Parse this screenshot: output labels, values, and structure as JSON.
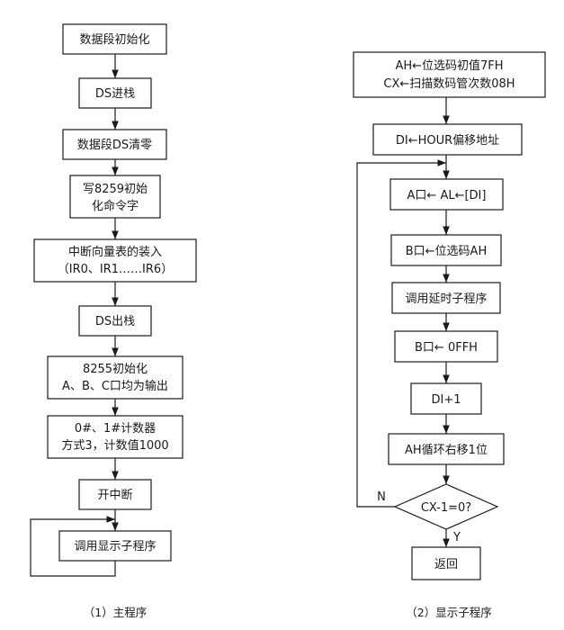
{
  "left": {
    "caption": "（1）主程序",
    "steps": {
      "s1": "数据段初始化",
      "s2": "DS进栈",
      "s3": "数据段DS清零",
      "s4a": "写8259初始",
      "s4b": "化命令字",
      "s5a": "中断向量表的装入",
      "s5b": "（IR0、IR1……IR6）",
      "s6": "DS出栈",
      "s7a": "8255初始化",
      "s7b": "A、B、C口均为输出",
      "s8a": "0#、1#计数器",
      "s8b": "方式3，计数值1000",
      "s9": "开中断",
      "s10": "调用显示子程序"
    }
  },
  "right": {
    "caption": "（2）显示子程序",
    "steps": {
      "r1a": "AH←位选码初值7FH",
      "r1b": "CX←扫描数码管次数08H",
      "r2": "DI←HOUR偏移地址",
      "r3": "A口← AL←[DI]",
      "r4": "B口←位选码AH",
      "r5": "调用延时子程序",
      "r6": "B口← 0FFH",
      "r7": "DI+1",
      "r8": "AH循环右移1位",
      "r9": "CX-1=0?",
      "r10": "返回"
    },
    "no_label": "N",
    "yes_label": "Y"
  }
}
